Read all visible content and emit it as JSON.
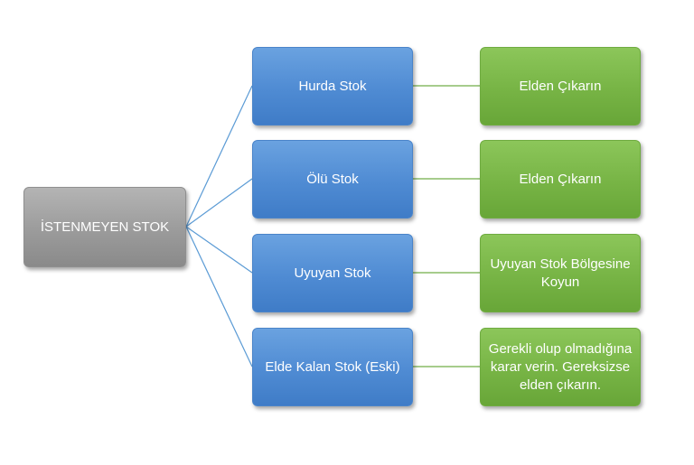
{
  "diagram": {
    "root": {
      "label": "İSTENMEYEN STOK"
    },
    "branches": [
      {
        "label": "Hurda Stok",
        "action": "Elden Çıkarın"
      },
      {
        "label": "Ölü Stok",
        "action": "Elden Çıkarın"
      },
      {
        "label": "Uyuyan Stok",
        "action": "Uyuyan Stok Bölgesine Koyun"
      },
      {
        "label": "Elde Kalan Stok (Eski)",
        "action": "Gerekli olup olmadığına karar verin. Gereksizse elden çıkarın."
      }
    ],
    "colors": {
      "root": "#9b9b9b",
      "branch": "#4f8bd3",
      "action": "#77b445",
      "connector_blue": "#5b9bd5",
      "connector_green": "#70ad47"
    }
  }
}
